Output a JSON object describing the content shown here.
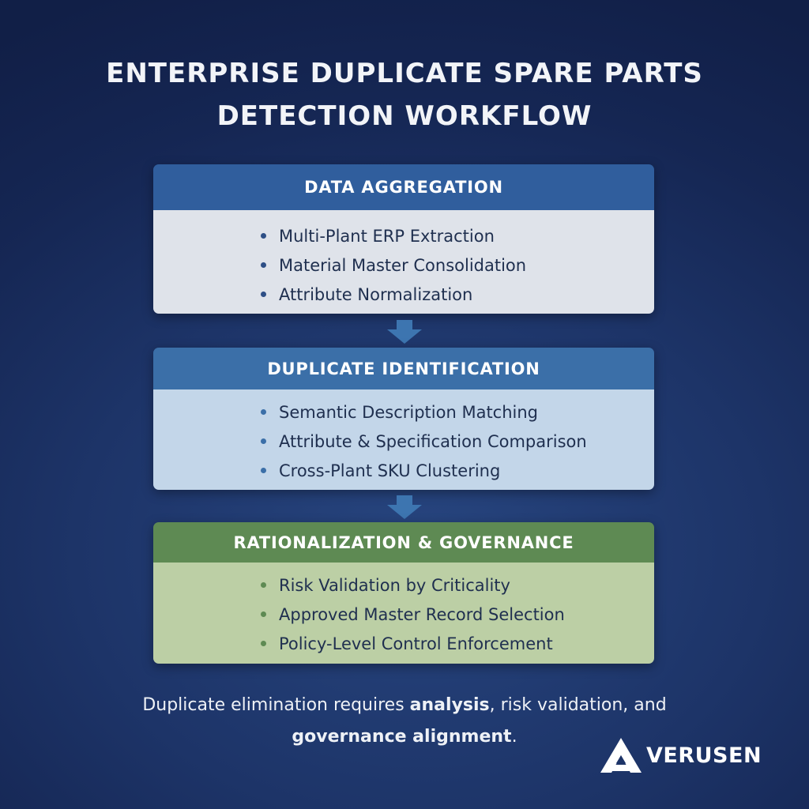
{
  "title": {
    "line1": "ENTERPRISE DUPLICATE SPARE PARTS",
    "line2": "DETECTION WORKFLOW"
  },
  "stages": [
    {
      "heading": "DATA AGGREGATION",
      "items": [
        "Multi-Plant ERP Extraction",
        "Material Master Consolidation",
        "Attribute Normalization"
      ]
    },
    {
      "heading": "DUPLICATE IDENTIFICATION",
      "items": [
        "Semantic Description Matching",
        "Attribute & Specification Comparison",
        "Cross-Plant SKU Clustering"
      ]
    },
    {
      "heading": "RATIONALIZATION & GOVERNANCE",
      "items": [
        "Risk Validation by Criticality",
        "Approved Master Record Selection",
        "Policy-Level Control Enforcement"
      ]
    }
  ],
  "footer": {
    "part1": "Duplicate elimination requires ",
    "emph1": "analysis",
    "part2": ", risk validation, and",
    "emph2": "governance alignment",
    "part3": "."
  },
  "logo": {
    "text": "VERUSEN",
    "icon": "triangle-a-logo-icon"
  },
  "colors": {
    "background": "#1d3468",
    "stage1_header": "#305e9d",
    "stage1_body": "#dfe3ea",
    "stage2_header": "#3b6fa8",
    "stage2_body": "#c3d6e9",
    "stage3_header": "#5e8a53",
    "stage3_body": "#bccfa5",
    "arrow": "#3d75b0"
  }
}
